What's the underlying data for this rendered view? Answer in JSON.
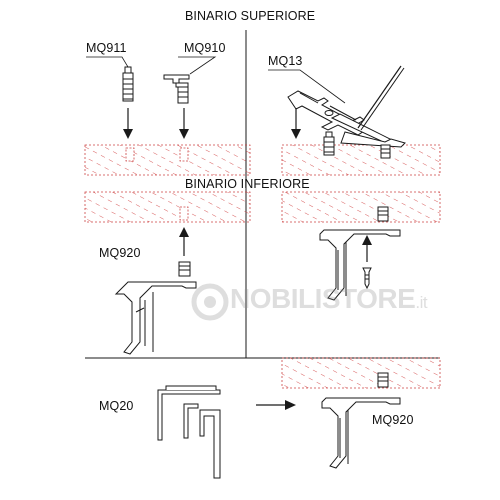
{
  "labels": {
    "top_section": "BINARIO SUPERIORE",
    "bottom_section": "BINARIO INFERIORE",
    "mq911": "MQ911",
    "mq910": "MQ910",
    "mq13": "MQ13",
    "mq920_left": "MQ920",
    "mq20": "MQ20",
    "mq920_right": "MQ920"
  },
  "watermark": {
    "main": "NOBILISTORE",
    "suffix": ".it"
  },
  "colors": {
    "hatch": "#d44a4a",
    "line": "#1a1a1a",
    "watermark": "#8a8a8a"
  }
}
